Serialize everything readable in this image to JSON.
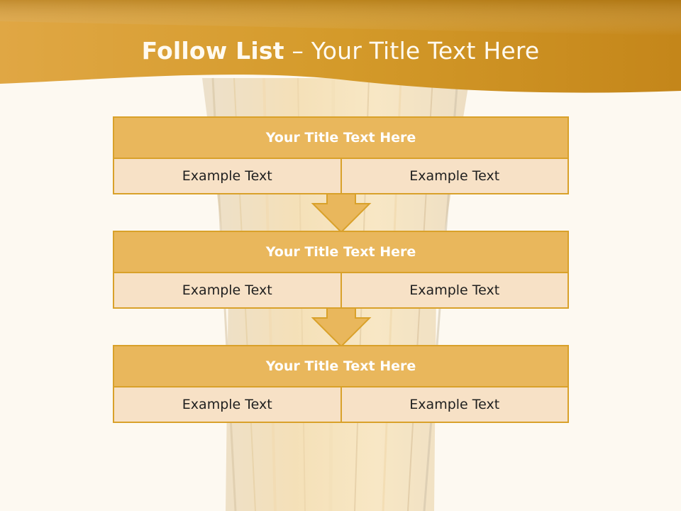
{
  "title": {
    "bold": "Follow List",
    "rest": "– Your Title Text Here"
  },
  "blocks": [
    {
      "title": "Your Title Text Here",
      "left": "Example Text",
      "right": "Example Text"
    },
    {
      "title": "Your Title Text Here",
      "left": "Example Text",
      "right": "Example Text"
    },
    {
      "title": "Your Title Text Here",
      "left": "Example Text",
      "right": "Example Text"
    }
  ],
  "colors": {
    "banner_gold": "#d9a030",
    "header_fill": "#e9b75c",
    "cell_fill": "#f7e1c6",
    "border": "#d9a12a",
    "background": "#fdf9f1"
  },
  "icons": {
    "connector": "down-arrow-icon"
  }
}
